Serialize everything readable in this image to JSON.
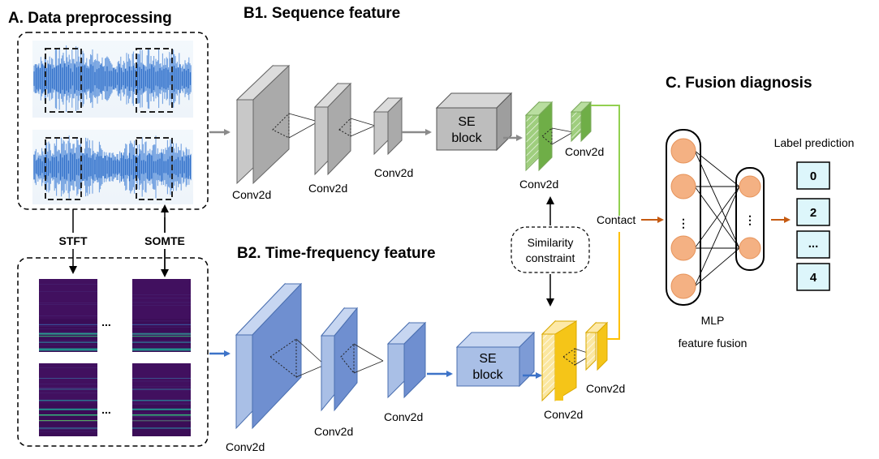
{
  "sections": {
    "a_title": "A. Data preprocessing",
    "b1_title": "B1. Sequence feature",
    "b2_title": "B2. Time-frequency feature",
    "c_title": "C. Fusion diagnosis"
  },
  "preprocessing": {
    "stft_label": "STFT",
    "somte_label": "SOMTE",
    "ellipsis": "..."
  },
  "sequence_branch": {
    "layers": [
      "Conv2d",
      "Conv2d",
      "Conv2d",
      "Conv2d",
      "Conv2d"
    ],
    "se_line1": "SE",
    "se_line2": "block",
    "color": "#9e9e9e",
    "feature_color": "#8dc26f"
  },
  "tf_branch": {
    "layers": [
      "Conv2d",
      "Conv2d",
      "Conv2d",
      "Conv2d",
      "Conv2d"
    ],
    "se_line1": "SE",
    "se_line2": "block",
    "color": "#6f8fd0",
    "feature_color": "#f5c518"
  },
  "similarity": {
    "line1": "Similarity",
    "line2": "constraint"
  },
  "fusion": {
    "contact_label": "Contact",
    "mlp_line1": "MLP",
    "mlp_line2": "feature fusion",
    "node_color": "#f4b183",
    "vdots": "⋮"
  },
  "prediction": {
    "title": "Label prediction",
    "labels": [
      "0",
      "2",
      "...",
      "4"
    ],
    "cell_color": "#ddf6fb"
  },
  "arrows": {
    "gray": "#8a8a8a",
    "blue": "#3d73c8",
    "orange": "#c55a11",
    "green_line": "#92d050",
    "yellow_line": "#ffc000"
  }
}
